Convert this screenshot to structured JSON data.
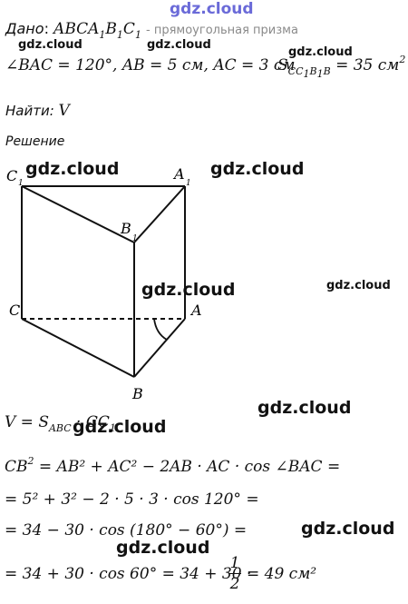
{
  "watermark": {
    "site": "gdz.cloud"
  },
  "given": {
    "label": "Дано",
    "prism": "ABCA",
    "prism_sub1": "1",
    "prism_B": "B",
    "prism_sub2": "1",
    "prism_C": "C",
    "prism_sub3": "1",
    "prism_desc": "- прямоугольная призма",
    "angle": "∠BAC = 120°",
    "ab": "AB = 5 см",
    "ac": "AC = 3 см",
    "area_S": "S",
    "area_sub": "CC",
    "area_sub2": "1",
    "area_sub3": "B",
    "area_sub4": "1",
    "area_sub5": "B",
    "area_value": "= 35 см",
    "area_exp": "2"
  },
  "find": {
    "label": "Найти",
    "value": "V"
  },
  "solution": {
    "label": "Решение"
  },
  "figure": {
    "C1": "C",
    "C1_sub": "1",
    "A1": "A",
    "A1_sub": "1",
    "B1": "B",
    "B1_sub": "1",
    "C": "C",
    "A": "A",
    "B": "B"
  },
  "formulas": {
    "volume": "V = S",
    "volume_sub": "ABC",
    "volume_tail": "· CC",
    "volume_tail_sub": "1",
    "cb_line": "CB",
    "cb_exp": "2",
    "cb_rhs": "= AB² + AC² − 2AB · AC · cos ∠BAC =",
    "line2": "= 5² + 3² − 2 · 5 · 3 · cos 120° =",
    "line3": "= 34 − 30 · cos (180° − 60°) =",
    "line4_left": "= 34 + 30 · cos 60° = 34 + 30 ·",
    "frac_num": "1",
    "frac_den": "2",
    "line4_right": "= 49 см²"
  }
}
